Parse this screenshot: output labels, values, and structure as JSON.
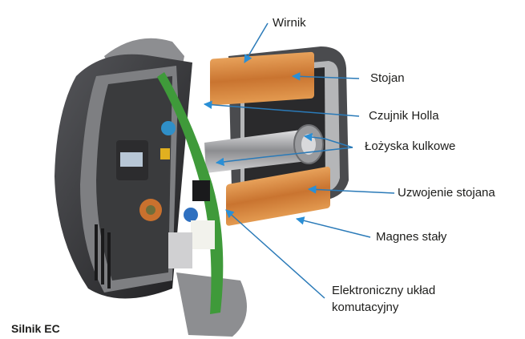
{
  "diagram": {
    "title": "Silnik EC",
    "labels": {
      "rotor": "Wirnik",
      "stator": "Stojan",
      "hall_sensor": "Czujnik Holla",
      "ball_bearings": "Łożyska kulkowe",
      "stator_winding": "Uzwojenie stojana",
      "permanent_magnet": "Magnes stały",
      "commutation_line1": "Elektroniczny układ",
      "commutation_line2": "komutacyjny"
    },
    "colors": {
      "leader_line": "#2a7ab8",
      "arrow_head": "#2a8fd6",
      "housing_dark": "#3a3a3c",
      "housing_light": "#9a9a9c",
      "copper": "#d98a3c",
      "pcb": "#3f9a3a"
    }
  }
}
